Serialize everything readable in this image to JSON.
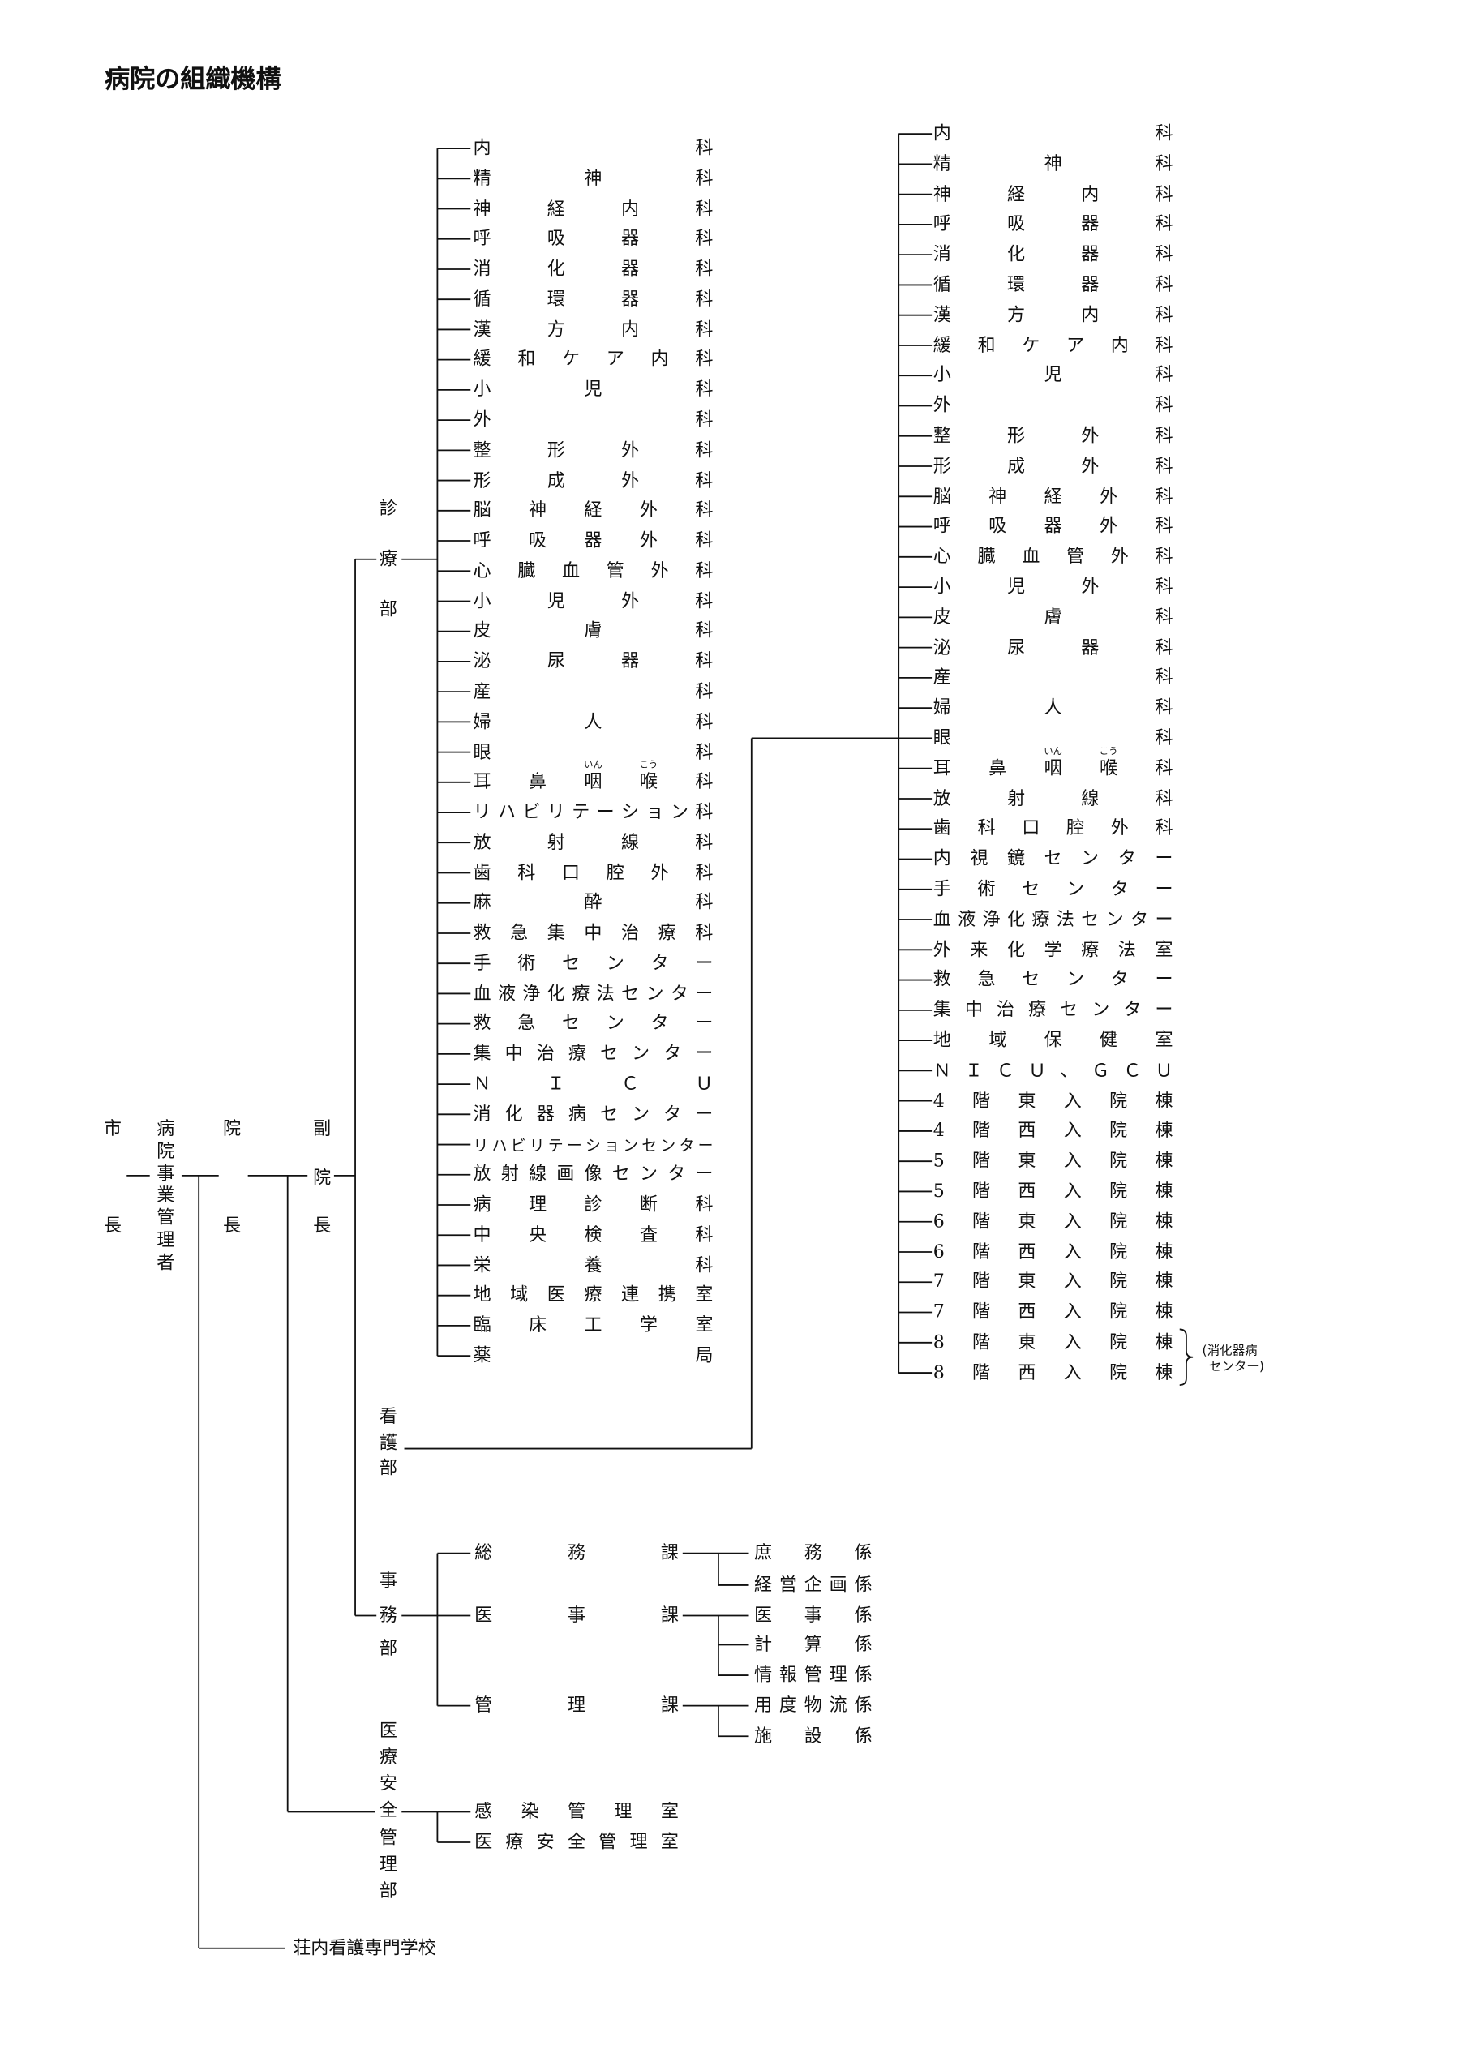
{
  "title": "病院の組織機構",
  "executives": {
    "mayor": "市長",
    "hospital_business_manager": "病院事業管理者",
    "director": "院長",
    "vice_director": "副院長"
  },
  "departments": {
    "clinical": {
      "name": "診療部",
      "units": [
        "内科",
        "精神科",
        "神経内科",
        "呼吸器科",
        "消化器科",
        "循環器科",
        "漢方内科",
        "緩和ケア内科",
        "小児科",
        "外科",
        "整形外科",
        "形成外科",
        "脳神経外科",
        "呼吸器外科",
        "心臓血管外科",
        "小児外科",
        "皮膚科",
        "泌尿器科",
        "産科",
        "婦人科",
        "眼科",
        "耳鼻咽喉科",
        "リハビリテーション科",
        "放射線科",
        "歯科口腔外科",
        "麻酔科",
        "救急集中治療科",
        "手術センター",
        "血液浄化療法センター",
        "救急センター",
        "集中治療センター",
        "ＮＩＣＵ",
        "消化器病センター",
        "リハビリテーションセンター",
        "放射線画像センター",
        "病理診断科",
        "中央検査科",
        "栄養科",
        "地域医療連携室",
        "臨床工学室",
        "薬局"
      ]
    },
    "nursing": {
      "name": "看護部",
      "units": [
        "内科",
        "精神科",
        "神経内科",
        "呼吸器科",
        "消化器科",
        "循環器科",
        "漢方内科",
        "緩和ケア内科",
        "小児科",
        "外科",
        "整形外科",
        "形成外科",
        "脳神経外科",
        "呼吸器外科",
        "心臓血管外科",
        "小児外科",
        "皮膚科",
        "泌尿器科",
        "産科",
        "婦人科",
        "眼科",
        "耳鼻咽喉科",
        "放射線科",
        "歯科口腔外科",
        "内視鏡センター",
        "手術センター",
        "血液浄化療法センター",
        "外来化学療法室",
        "救急センター",
        "集中治療センター",
        "地域保健室",
        "ＮＩＣＵ、ＧＣＵ",
        "4階東入院棟",
        "4階西入院棟",
        "5階東入院棟",
        "5階西入院棟",
        "6階東入院棟",
        "6階西入院棟",
        "7階東入院棟",
        "7階西入院棟",
        "8階東入院棟",
        "8階西入院棟"
      ],
      "bracket_note": [
        "(消化器病",
        "センター)"
      ]
    },
    "administration": {
      "name": "事務部",
      "sections": [
        {
          "name": "総務課",
          "subsections": [
            "庶務係",
            "経営企画係"
          ]
        },
        {
          "name": "医事課",
          "subsections": [
            "医事係",
            "計算係",
            "情報管理係"
          ]
        },
        {
          "name": "管理課",
          "subsections": [
            "用度物流係",
            "施設係"
          ]
        }
      ]
    },
    "medical_safety": {
      "name": "医療安全管理部",
      "units": [
        "感染管理室",
        "医療安全管理室"
      ]
    }
  },
  "school": "荘内看護専門学校",
  "ruby_readings": {
    "咽": "いん",
    "喉": "こう"
  }
}
